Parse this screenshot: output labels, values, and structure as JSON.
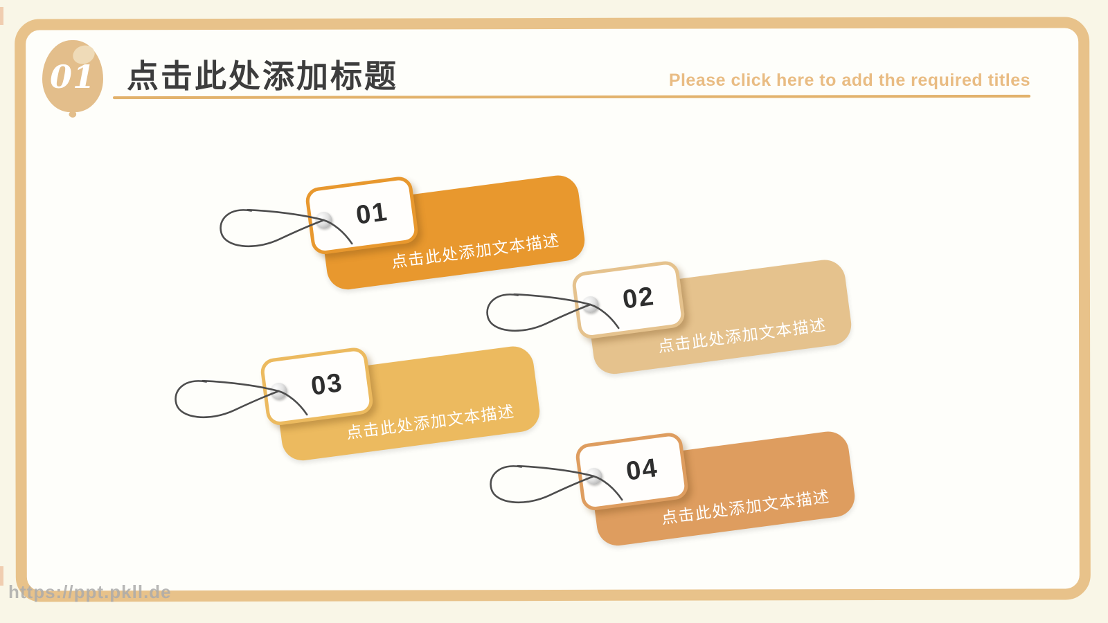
{
  "slide": {
    "badge": {
      "number": "01"
    },
    "title": "点击此处添加标题",
    "subtitle": "Please click here to add the required titles",
    "watermark": "https://ppt.pkll.de"
  },
  "tags": [
    {
      "number": "01",
      "description": "点击此处添加文本描述",
      "color": "#E8982E"
    },
    {
      "number": "02",
      "description": "点击此处添加文本描述",
      "color": "#E5C28D"
    },
    {
      "number": "03",
      "description": "点击此处添加文本描述",
      "color": "#ECBA5F"
    },
    {
      "number": "04",
      "description": "点击此处添加文本描述",
      "color": "#DE9D5F"
    }
  ],
  "colors": {
    "outer_background": "#F9F6E7",
    "inner_background": "#FEFEFA",
    "frame_border": "#E8C28A",
    "title_text": "#3D3D3D",
    "subtitle_text": "#E9BC83",
    "underline": "#E2B26C",
    "balloon": "#E3BE8B",
    "watermark_text": "#ABABAB",
    "tag_number_text": "#2E2E2E",
    "tag_description_text": "#FFFFFF",
    "string": "#4D4D4D"
  }
}
